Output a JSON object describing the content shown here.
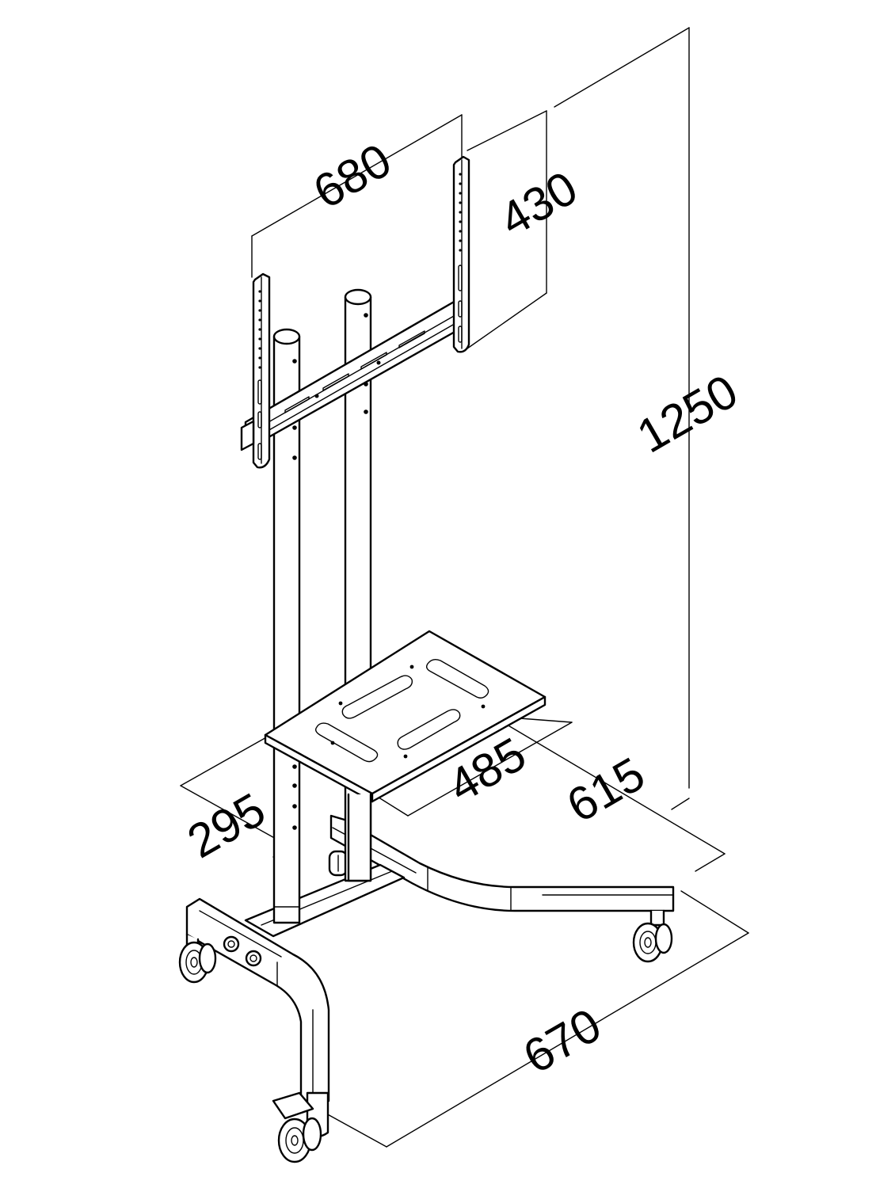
{
  "diagram": {
    "dimensions": {
      "bracket_width": "680",
      "bracket_height": "430",
      "total_height": "1250",
      "shelf_depth": "295",
      "shelf_width": "485",
      "base_depth": "615",
      "base_width": "670"
    },
    "colors": {
      "line": "#000000",
      "background": "#ffffff"
    }
  }
}
